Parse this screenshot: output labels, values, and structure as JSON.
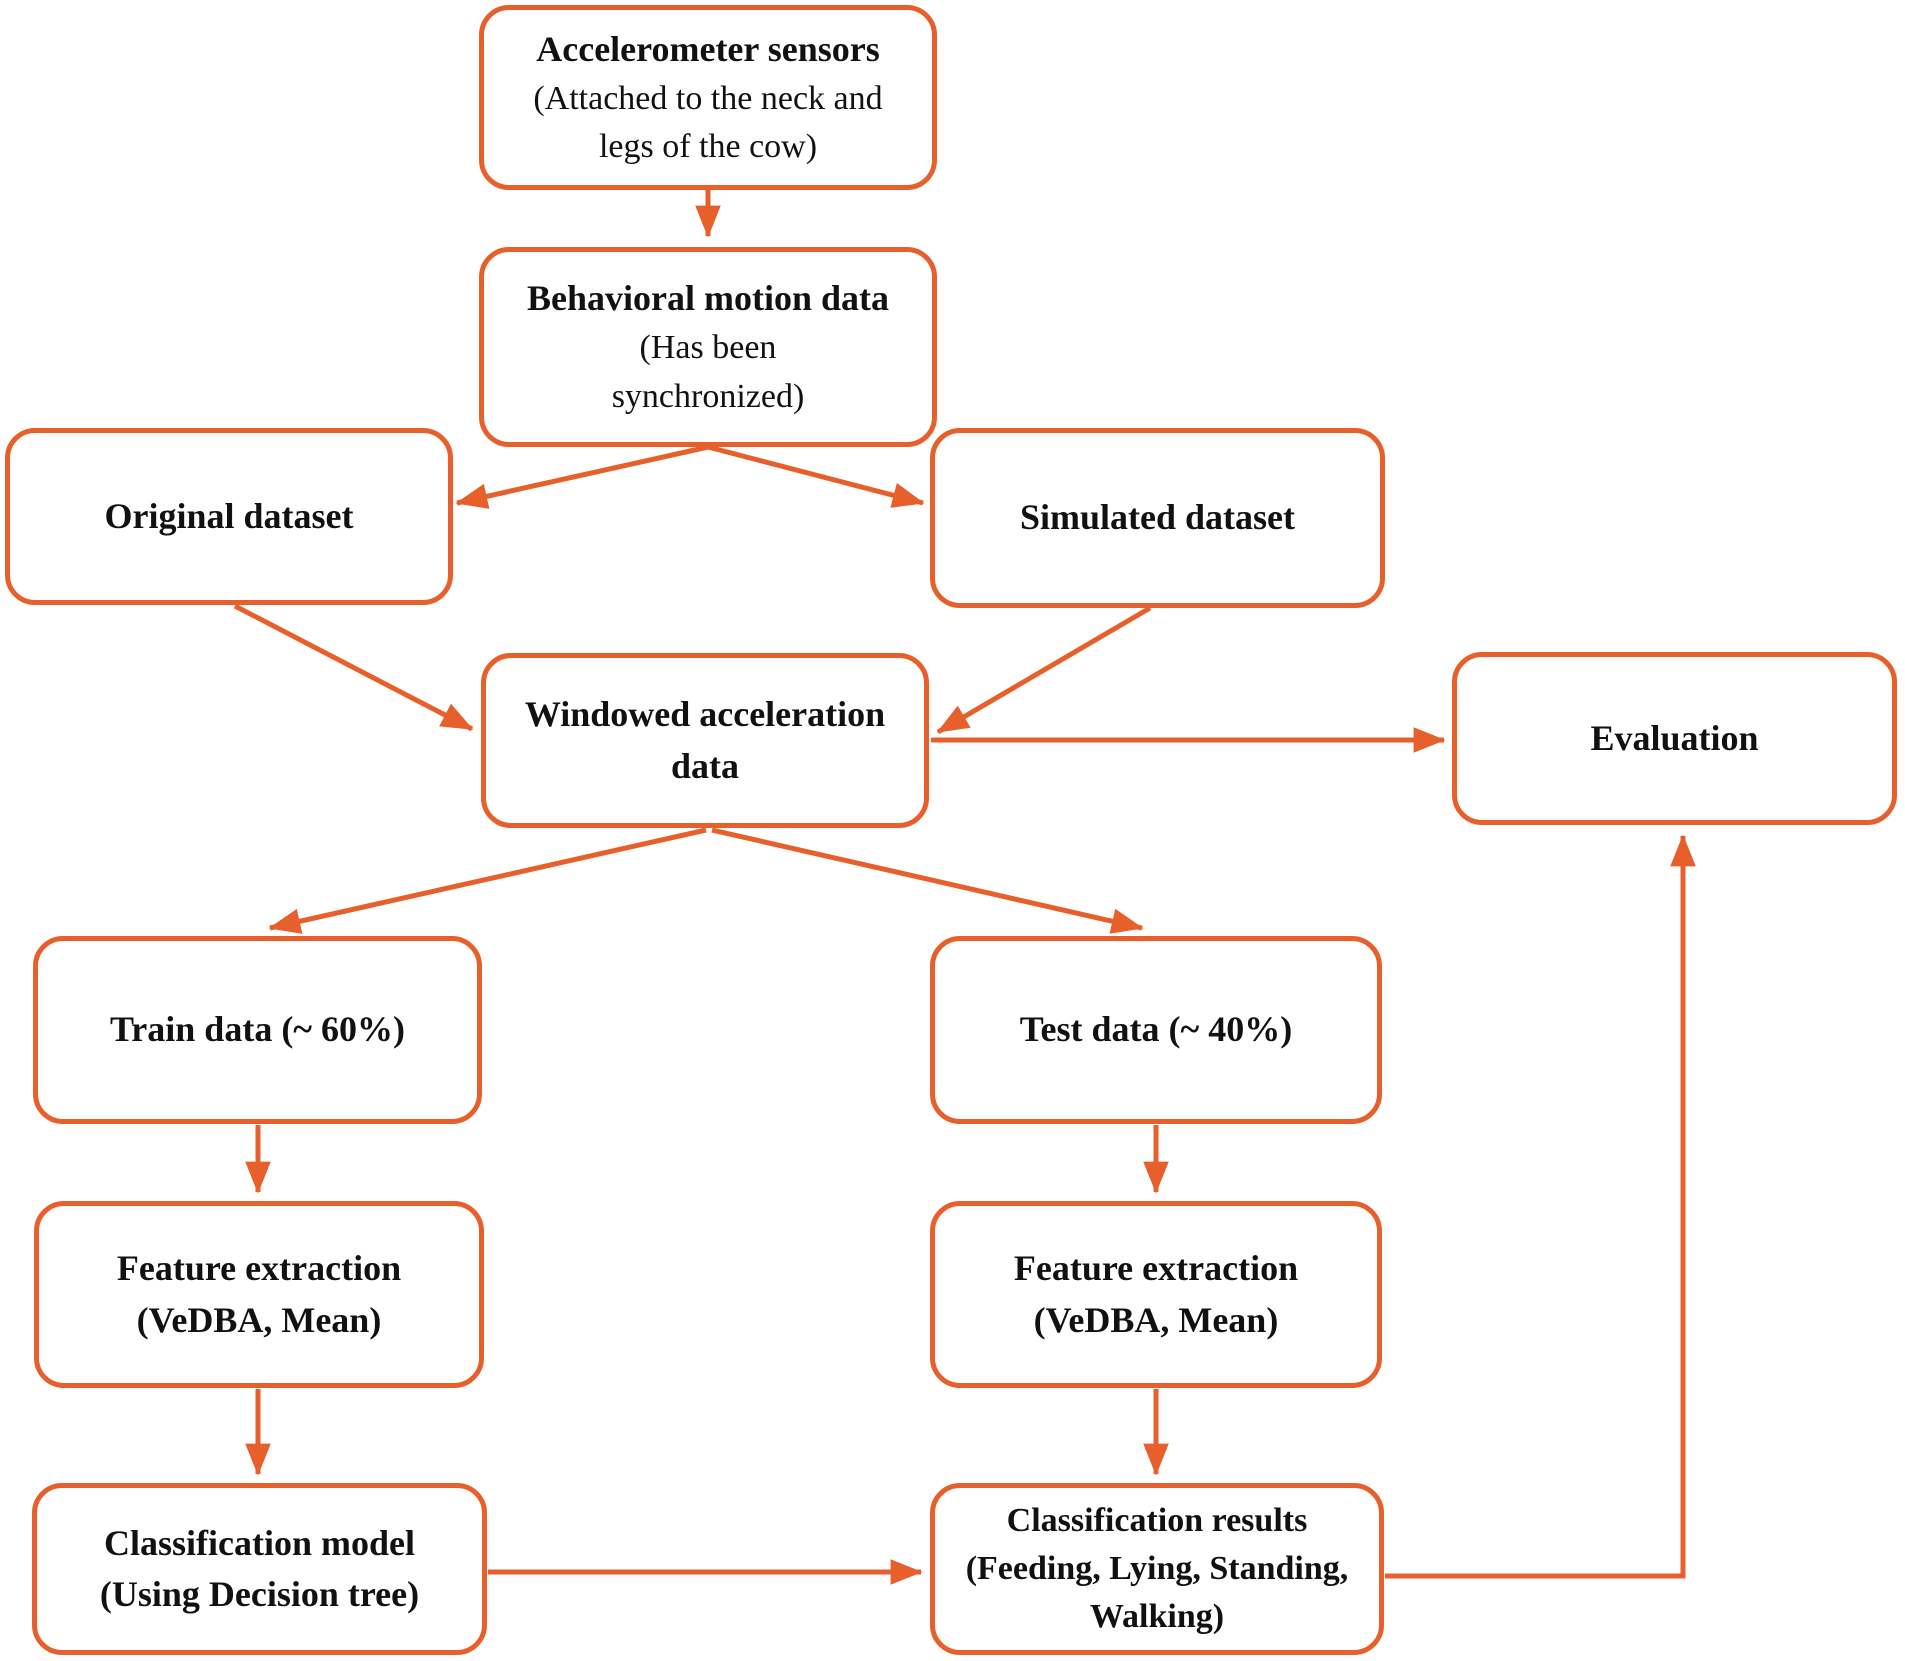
{
  "figure": {
    "type": "flowchart",
    "description": "Flowchart of cow behavior classification pipeline using accelerometer data"
  },
  "colors": {
    "accent": "#E7602C",
    "text": "#111111",
    "background": "#FFFFFF"
  },
  "nodes": {
    "accelerometer": {
      "lines": [
        {
          "text": "Accelerometer sensors",
          "bold": true
        },
        {
          "text": "(Attached to the neck and",
          "bold": false
        },
        {
          "text": "legs of the cow)",
          "bold": false
        }
      ]
    },
    "behavioral": {
      "lines": [
        {
          "text": "Behavioral motion data",
          "bold": true
        },
        {
          "text": "(Has been",
          "bold": false
        },
        {
          "text": "synchronized)",
          "bold": false
        }
      ]
    },
    "original": {
      "lines": [
        {
          "text": "Original dataset",
          "bold": true
        }
      ]
    },
    "simulated": {
      "lines": [
        {
          "text": "Simulated dataset",
          "bold": true
        }
      ]
    },
    "windowed": {
      "lines": [
        {
          "text": "Windowed acceleration",
          "bold": true
        },
        {
          "text": "data",
          "bold": true
        }
      ]
    },
    "evaluation": {
      "lines": [
        {
          "text": "Evaluation",
          "bold": true
        }
      ]
    },
    "train": {
      "lines": [
        {
          "text": "Train data (~ 60%)",
          "bold": true
        }
      ]
    },
    "test": {
      "lines": [
        {
          "text": "Test data (~ 40%)",
          "bold": true
        }
      ]
    },
    "feature_train": {
      "lines": [
        {
          "text": "Feature extraction",
          "bold": true
        },
        {
          "text": "(VeDBA, Mean)",
          "bold": true
        }
      ]
    },
    "feature_test": {
      "lines": [
        {
          "text": "Feature extraction",
          "bold": true
        },
        {
          "text": "(VeDBA, Mean)",
          "bold": true
        }
      ]
    },
    "model": {
      "lines": [
        {
          "text": "Classification model",
          "bold": true
        },
        {
          "text": "(Using Decision tree)",
          "bold": true
        }
      ]
    },
    "results": {
      "lines": [
        {
          "text": "Classification results",
          "bold": true
        },
        {
          "text": "(Feeding, Lying, Standing,",
          "bold": true
        },
        {
          "text": "Walking)",
          "bold": true
        }
      ]
    }
  },
  "edges": [
    {
      "from": "accelerometer-sensors",
      "to": "behavioral-motion-data"
    },
    {
      "from": "behavioral-motion-data",
      "to": "original-dataset"
    },
    {
      "from": "behavioral-motion-data",
      "to": "simulated-dataset"
    },
    {
      "from": "original-dataset",
      "to": "windowed-acceleration-data"
    },
    {
      "from": "simulated-dataset",
      "to": "windowed-acceleration-data"
    },
    {
      "from": "windowed-acceleration-data",
      "to": "evaluation"
    },
    {
      "from": "windowed-acceleration-data",
      "to": "train-data"
    },
    {
      "from": "windowed-acceleration-data",
      "to": "test-data"
    },
    {
      "from": "train-data",
      "to": "feature-extraction-train"
    },
    {
      "from": "test-data",
      "to": "feature-extraction-test"
    },
    {
      "from": "feature-extraction-train",
      "to": "classification-model"
    },
    {
      "from": "feature-extraction-test",
      "to": "classification-results"
    },
    {
      "from": "classification-model",
      "to": "classification-results"
    },
    {
      "from": "classification-results",
      "to": "evaluation"
    }
  ]
}
